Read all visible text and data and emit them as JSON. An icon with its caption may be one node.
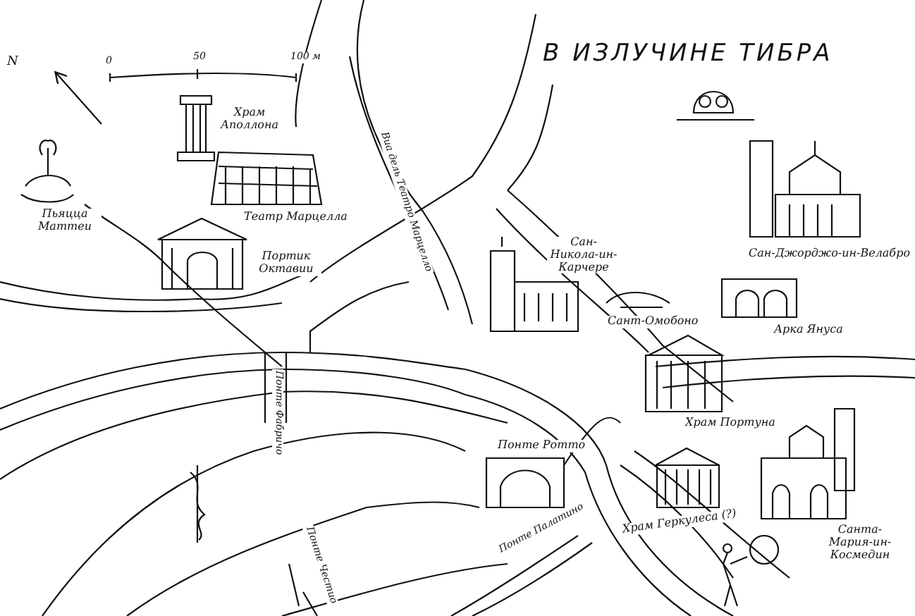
{
  "diagram": {
    "title": "В ИЗЛУЧИНЕ ТИБРА",
    "labels": [
      "N",
      "0",
      "50",
      "100 м",
      "Храм Аполлона",
      "Пьяцца Маттеи",
      "Театр Марцелла",
      "Портик Октавии",
      "Виа дель Театро Марцелло",
      "Сан-Никола-ин-Карчере",
      "Сан-Джорджо-ин-Велабро",
      "Сант-Омобоно",
      "Арка Януса",
      "Понте Фабричо",
      "Храм Портуна",
      "Понте Ротто",
      "Храм Геркулеса (?)",
      "Понте Палатино",
      "Санта-Мария-ин-Космедин",
      "Понте Честио"
    ]
  }
}
